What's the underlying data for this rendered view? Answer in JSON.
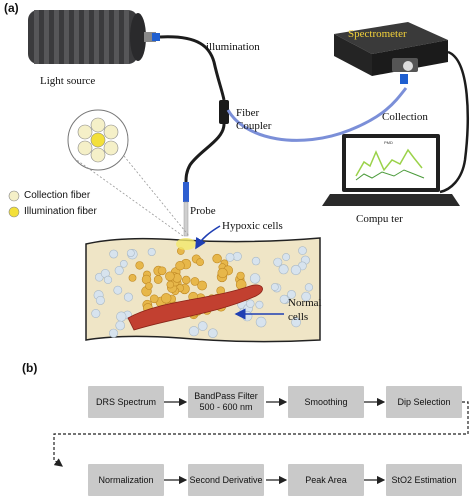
{
  "panel_a": {
    "label": "(a)",
    "light_source": "Light source",
    "illumination": "illumination",
    "spectrometer": "Spectrometer",
    "fiber_coupler": [
      "Fiber",
      "Coupler"
    ],
    "collection": "Collection",
    "computer": "Compu ter",
    "probe": "Probe",
    "hypoxic_cells": "Hypoxic cells",
    "normal_cells": [
      "Normal",
      "cells"
    ],
    "legend": [
      {
        "label": "Collection fiber",
        "color": "#f5f0c8"
      },
      {
        "label": "Illumination fiber",
        "color": "#f3e03a"
      }
    ],
    "screen_title": "PMD"
  },
  "panel_b": {
    "label": "(b)",
    "row1": [
      {
        "lines": [
          "DRS Spectrum"
        ]
      },
      {
        "lines": [
          "BandPass Filter",
          "500 - 600 nm"
        ]
      },
      {
        "lines": [
          "Smoothing"
        ]
      },
      {
        "lines": [
          "Dip Selection"
        ]
      }
    ],
    "row2": [
      {
        "lines": [
          "Normalization"
        ]
      },
      {
        "lines": [
          "Second Derivative"
        ]
      },
      {
        "lines": [
          "Peak Area"
        ]
      },
      {
        "lines": [
          "StO2 Estimation"
        ]
      }
    ]
  }
}
